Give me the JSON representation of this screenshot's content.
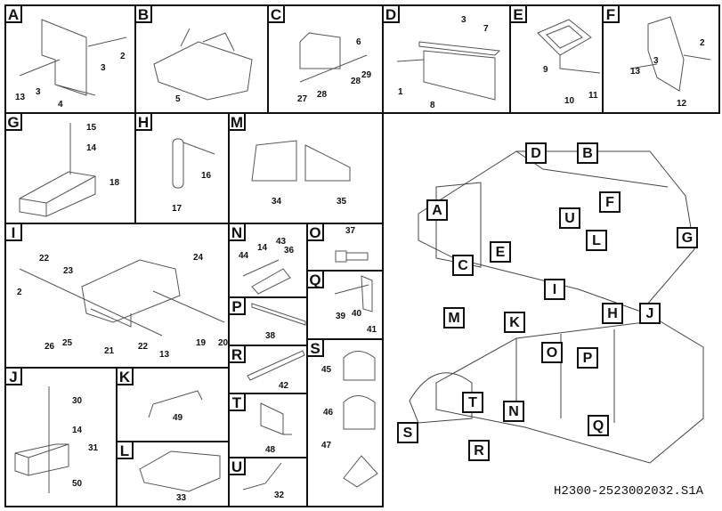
{
  "panels": {
    "A": {
      "label": "A",
      "parts": [
        "2",
        "3",
        "3",
        "13",
        "4"
      ]
    },
    "B": {
      "label": "B",
      "parts": [
        "5"
      ]
    },
    "C": {
      "label": "C",
      "parts": [
        "6",
        "29",
        "28",
        "28",
        "27"
      ]
    },
    "D": {
      "label": "D",
      "parts": [
        "3",
        "7",
        "1",
        "8"
      ]
    },
    "E": {
      "label": "E",
      "parts": [
        "9",
        "10",
        "11"
      ]
    },
    "F": {
      "label": "F",
      "parts": [
        "2",
        "13",
        "3",
        "12"
      ]
    },
    "G": {
      "label": "G",
      "parts": [
        "15",
        "14",
        "18"
      ]
    },
    "H": {
      "label": "H",
      "parts": [
        "16",
        "17"
      ]
    },
    "M": {
      "label": "M",
      "parts": [
        "34",
        "35"
      ]
    },
    "I": {
      "label": "I",
      "parts": [
        "22",
        "23",
        "24",
        "2",
        "26",
        "25",
        "21",
        "22",
        "13",
        "19",
        "20"
      ]
    },
    "N": {
      "label": "N",
      "parts": [
        "44",
        "14",
        "43",
        "36"
      ]
    },
    "O": {
      "label": "O",
      "parts": [
        "37"
      ]
    },
    "Q": {
      "label": "Q",
      "parts": [
        "39",
        "40",
        "41"
      ]
    },
    "P": {
      "label": "P",
      "parts": [
        "38"
      ]
    },
    "R": {
      "label": "R",
      "parts": [
        "42"
      ]
    },
    "S": {
      "label": "S",
      "parts": [
        "45",
        "46",
        "47"
      ]
    },
    "T": {
      "label": "T",
      "parts": [
        "48"
      ]
    },
    "U": {
      "label": "U",
      "parts": [
        "32"
      ]
    },
    "J": {
      "label": "J",
      "parts": [
        "30",
        "14",
        "31",
        "50"
      ]
    },
    "K": {
      "label": "K",
      "parts": [
        "49"
      ]
    },
    "L": {
      "label": "L",
      "parts": [
        "33"
      ]
    }
  },
  "callouts": {
    "A": "A",
    "B": "B",
    "C": "C",
    "D": "D",
    "E": "E",
    "F": "F",
    "G": "G",
    "H": "H",
    "I": "I",
    "J": "J",
    "K": "K",
    "L": "L",
    "M": "M",
    "N": "N",
    "O": "O",
    "P": "P",
    "Q": "Q",
    "R": "R",
    "S": "S",
    "T": "T",
    "U": "U"
  },
  "footer": "H2300-2523002032.S1A"
}
